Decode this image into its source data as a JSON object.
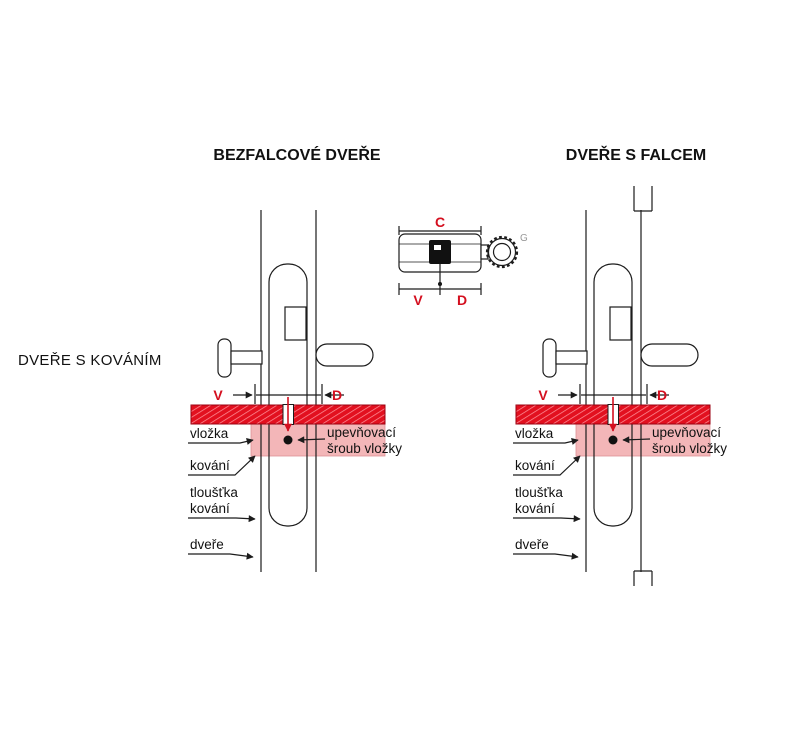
{
  "colors": {
    "accent_red": "#d40f1f",
    "band_red": "#e2101f",
    "band_red_hatch": "#ff9099",
    "band_pink": "#f3b6b8",
    "line_black": "#1c1c1c",
    "knob_gray": "#979797"
  },
  "headings": {
    "left": "BEZFALCOVÉ DVEŘE",
    "right": "DVEŘE S FALCEM",
    "side": "DVEŘE S KOVÁNÍM"
  },
  "inset": {
    "c": "C",
    "v": "V",
    "d": "D",
    "g": "G"
  },
  "labels": {
    "v": "V",
    "d": "D",
    "vlozka": "vložka",
    "kovani": "kování",
    "tloustka1": "tloušťka",
    "tloustka2": "kování",
    "dvere": "dveře",
    "screw1": "upevňovací",
    "screw2": "šroub vložky"
  }
}
